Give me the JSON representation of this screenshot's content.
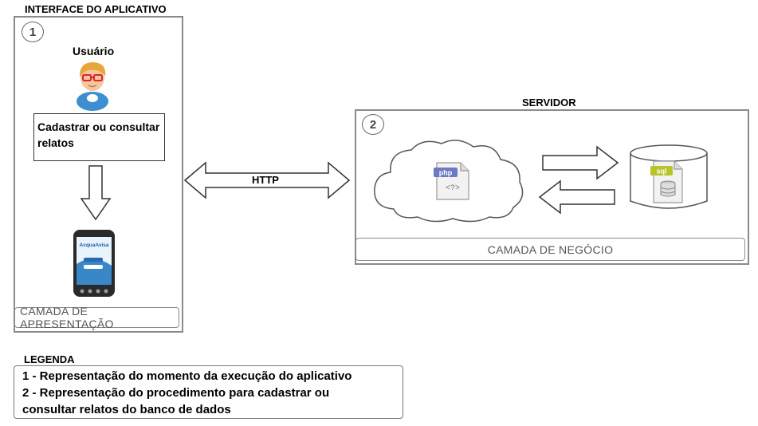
{
  "app_interface": {
    "title": "INTERFACE DO APLICATIVO",
    "step_number": "1",
    "user_label": "Usuário",
    "action_text": "Cadastrar ou consultar relatos",
    "phone_app_name": "AcquaAvisa",
    "layer_label": "CAMADA DE APRESENTAÇÃO"
  },
  "connection": {
    "protocol_label": "HTTP"
  },
  "server": {
    "title": "SERVIDOR",
    "step_number": "2",
    "php_file_label": "php",
    "php_file_glyph": "<?>",
    "sql_file_label": "sql",
    "layer_label": "CAMADA DE NEGÓCIO"
  },
  "legend": {
    "title": "LEGENDA",
    "items": [
      {
        "number": "1",
        "text": "- Representação do momento da execução do aplicativo"
      },
      {
        "number": "2",
        "text": "- Representação do procedimento para cadastrar ou consultar relatos do banco de dados"
      }
    ]
  },
  "icons": {
    "user": "user-avatar-icon",
    "phone": "smartphone-icon",
    "cloud": "cloud-icon",
    "php_file": "php-file-icon",
    "database": "database-icon"
  },
  "colors": {
    "border": "#8a8a8a",
    "user_hair": "#e8a53a",
    "user_shirt": "#3d8fd1",
    "user_glasses": "#d9262c",
    "php_badge": "#6c79c4",
    "sql_badge": "#b8c42a"
  }
}
